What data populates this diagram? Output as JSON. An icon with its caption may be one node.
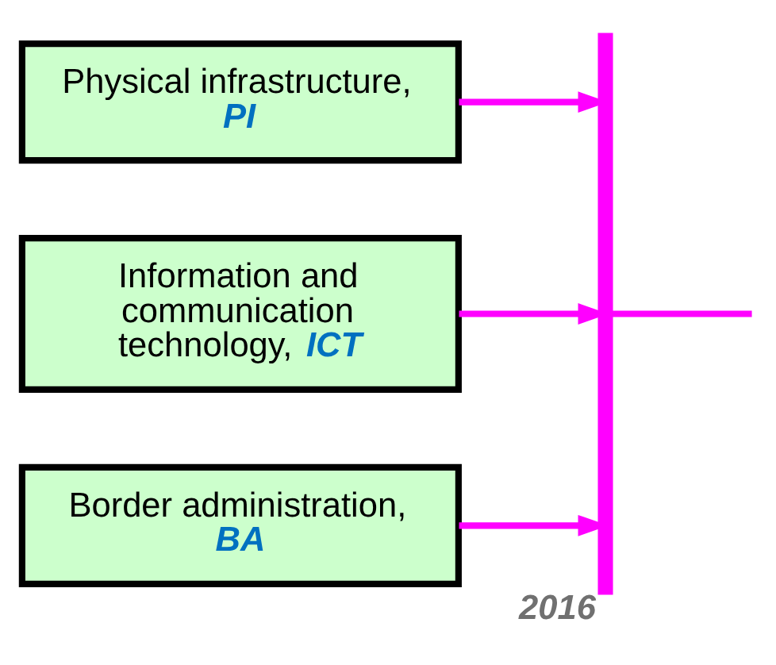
{
  "diagram": {
    "nodes": [
      {
        "text": [
          "Physical infrastructure, *PI*"
        ]
      },
      {
        "text": [
          "Information and communication technology, *ICT*"
        ]
      },
      {
        "text": [
          "Border administration, *BA*"
        ]
      },
      {
        "text": [],
        "shape": "bar",
        "beside": [
          "2016"
        ]
      }
    ],
    "edges": [
      {
        "from": 0,
        "to": 3,
        "arrow": "to"
      },
      {
        "from": 1,
        "to": 3,
        "arrow": "to"
      },
      {
        "from": 2,
        "to": 3,
        "arrow": "to"
      },
      {
        "from": 3,
        "to": null,
        "arrow": "none"
      }
    ]
  }
}
